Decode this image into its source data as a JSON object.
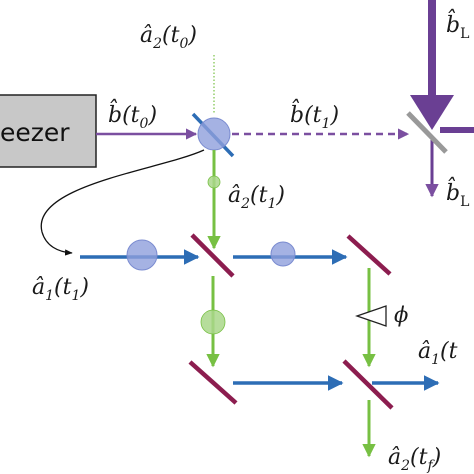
{
  "squeezer_text": "eezer",
  "labels": {
    "a2_t0": {
      "op": "â",
      "sub": "2",
      "arg": "(t",
      "argsub": "0",
      "close": ")"
    },
    "b_t0": {
      "op": "b̂",
      "sub": "",
      "arg": "(t",
      "argsub": "0",
      "close": ")"
    },
    "b_t1": {
      "op": "b̂",
      "sub": "",
      "arg": "(t",
      "argsub": "1",
      "close": ")"
    },
    "a2_t1": {
      "op": "â",
      "sub": "2",
      "arg": "(t",
      "argsub": "1",
      "close": ")"
    },
    "a1_t1": {
      "op": "â",
      "sub": "1",
      "arg": "(t",
      "argsub": "1",
      "close": ")"
    },
    "a1_tf": {
      "op": "â",
      "sub": "1",
      "arg": "(t",
      "argsub": "",
      "close": ""
    },
    "a2_tf": {
      "op": "â",
      "sub": "2",
      "arg": "(t",
      "argsub": "f",
      "close": ")"
    },
    "bL_top": {
      "op": "b̂",
      "sub": "L",
      "arg": "",
      "argsub": "",
      "close": ""
    },
    "bL_bot": {
      "op": "b̂",
      "sub": "L",
      "arg": "",
      "argsub": "",
      "close": ""
    }
  },
  "phi": "ϕ",
  "colors": {
    "purple": "#7b4fa0",
    "purple_dark": "#6a3f93",
    "green": "#77c043",
    "blue": "#2d6db5",
    "mirror": "#8c1d4f",
    "beamsplitter_gray": "#999999",
    "box_fill": "#c8c8c8",
    "pulse_blue": "#8e9fdc",
    "pulse_green": "#a9d78a"
  }
}
